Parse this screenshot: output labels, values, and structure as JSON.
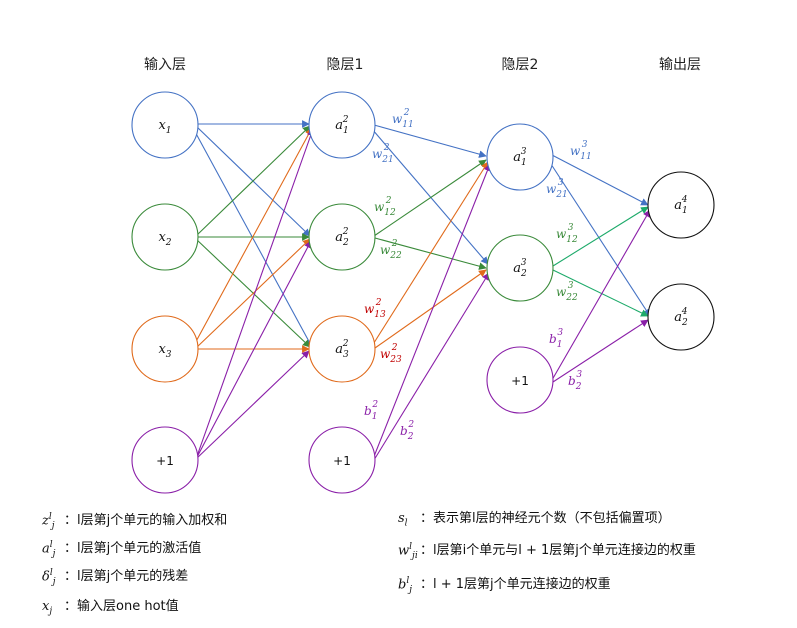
{
  "layers": {
    "input": "输入层",
    "hidden1": "隐层1",
    "hidden2": "隐层2",
    "output": "输出层"
  },
  "nodes": {
    "x1": {
      "base": "x",
      "sub": "1",
      "sup": ""
    },
    "x2": {
      "base": "x",
      "sub": "2",
      "sup": ""
    },
    "x3": {
      "base": "x",
      "sub": "3",
      "sup": ""
    },
    "in_bias": "+1",
    "a21": {
      "base": "a",
      "sub": "1",
      "sup": "2"
    },
    "a22": {
      "base": "a",
      "sub": "2",
      "sup": "2"
    },
    "a23": {
      "base": "a",
      "sub": "3",
      "sup": "2"
    },
    "h1_bias": "+1",
    "a31": {
      "base": "a",
      "sub": "1",
      "sup": "3"
    },
    "a32": {
      "base": "a",
      "sub": "2",
      "sup": "3"
    },
    "h2_bias": "+1",
    "a41": {
      "base": "a",
      "sub": "1",
      "sup": "4"
    },
    "a42": {
      "base": "a",
      "sub": "2",
      "sup": "4"
    }
  },
  "weights": {
    "w11_2": {
      "base": "w",
      "sub": "11",
      "sup": "2"
    },
    "w21_2": {
      "base": "w",
      "sub": "21",
      "sup": "2"
    },
    "w12_2": {
      "base": "w",
      "sub": "12",
      "sup": "2"
    },
    "w22_2": {
      "base": "w",
      "sub": "22",
      "sup": "2"
    },
    "w13_2": {
      "base": "w",
      "sub": "13",
      "sup": "2"
    },
    "w23_2": {
      "base": "w",
      "sub": "23",
      "sup": "2"
    },
    "b1_2": {
      "base": "b",
      "sub": "1",
      "sup": "2"
    },
    "b2_2": {
      "base": "b",
      "sub": "2",
      "sup": "2"
    },
    "w11_3": {
      "base": "w",
      "sub": "11",
      "sup": "3"
    },
    "w21_3": {
      "base": "w",
      "sub": "21",
      "sup": "3"
    },
    "w12_3": {
      "base": "w",
      "sub": "12",
      "sup": "3"
    },
    "w22_3": {
      "base": "w",
      "sub": "22",
      "sup": "3"
    },
    "b1_3": {
      "base": "b",
      "sub": "1",
      "sup": "3"
    },
    "b2_3": {
      "base": "b",
      "sub": "2",
      "sup": "3"
    }
  },
  "colors": {
    "blue": "#4472c4",
    "green": "#3a8a3a",
    "orange": "#e06a1b",
    "purple": "#8a1fa8",
    "red": "#c00000",
    "teal": "#1daa6a",
    "black": "#111111"
  },
  "legend_left": [
    {
      "base": "z",
      "sup": "l",
      "sub": "j",
      "text": "：l层第j个单元的输入加权和"
    },
    {
      "base": "a",
      "sup": "l",
      "sub": "j",
      "text": "：l层第j个单元的激活值"
    },
    {
      "base": "δ",
      "sup": "l",
      "sub": "j",
      "text": "：l层第j个单元的残差"
    },
    {
      "base": "x",
      "sup": "",
      "sub": "j",
      "text": "：输入层one hot值"
    }
  ],
  "legend_right": [
    {
      "base": "s",
      "sup": "",
      "sub": "l",
      "text": "：表示第l层的神经元个数（不包括偏置项）"
    },
    {
      "base": "w",
      "sup": "l",
      "sub": "ji",
      "text": "：l层第i个单元与l + 1层第j个单元连接边的权重"
    },
    {
      "base": "b",
      "sup": "l",
      "sub": "j",
      "text": "：l + 1层第j个单元连接边的权重"
    }
  ]
}
